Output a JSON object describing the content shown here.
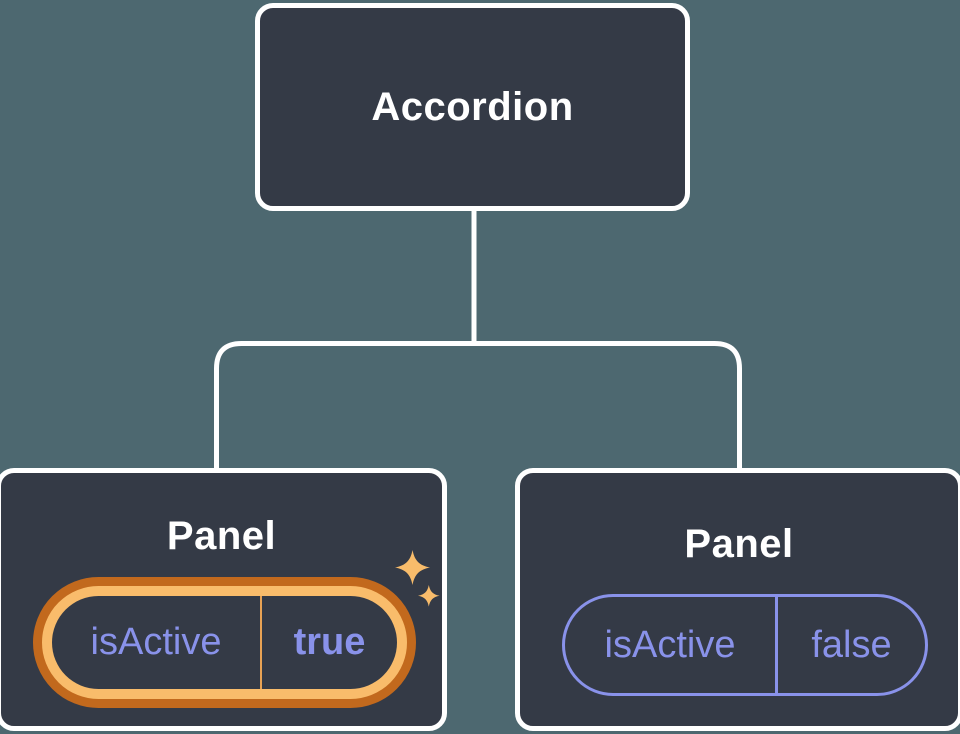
{
  "diagram": {
    "root": {
      "label": "Accordion"
    },
    "panels": [
      {
        "label": "Panel",
        "prop_name": "isActive",
        "prop_value": "true",
        "state": "active-highlighted"
      },
      {
        "label": "Panel",
        "prop_name": "isActive",
        "prop_value": "false",
        "state": "inactive"
      }
    ]
  },
  "icons": {
    "sparkles": "two four-point gold sparkle stars marking the highlighted panel"
  },
  "colors": {
    "background": "#4D6870",
    "node_fill": "#343A46",
    "node_border": "#FFFFFF",
    "connector_line": "#FFFFFF",
    "title_text": "#FFFFFF",
    "prop_text": "#8992EA",
    "inactive_pill_border": "#8992EA",
    "highlight_ring_outer": "#C2691D",
    "highlight_ring_inner": "#F9BC6B",
    "highlight_divider": "#E8A254",
    "sparkle_gold": "#F8BC6B"
  }
}
